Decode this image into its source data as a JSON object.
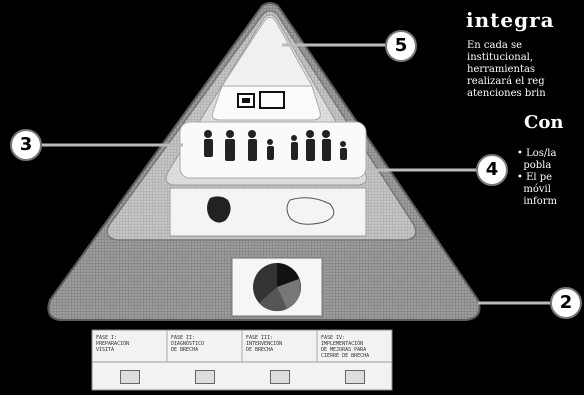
{
  "heading": "integra",
  "paragraph_lines": [
    "En cada se",
    "institucional,",
    "herramientas",
    "realizará el reg",
    "atenciones brin"
  ],
  "subheading": "Con",
  "bullets": [
    {
      "lines": [
        "Los/la",
        "pobla"
      ]
    },
    {
      "lines": [
        "El pe",
        "móvil",
        "inform"
      ]
    }
  ],
  "badges": [
    "5",
    "3",
    "4",
    "2"
  ],
  "phases": [
    {
      "lines": [
        "FASE I:",
        "PREPARACIÓN",
        "VISITA"
      ]
    },
    {
      "lines": [
        "FASE II:",
        "DIAGNÓSTICO",
        "DE BRECHA"
      ]
    },
    {
      "lines": [
        "FASE III:",
        "INTERVENCIÓN",
        "DE BRECHA"
      ]
    },
    {
      "lines": [
        "FASE IV:",
        "IMPLEMENTACIÓN",
        "DE MEJORAS PARA",
        "CIERRE DE BRECHA"
      ]
    }
  ],
  "colors": {
    "background": "#000000",
    "pyramid_outer": "#9a9a9a",
    "pyramid_mid": "#c9c9c9",
    "pyramid_inner": "#e8e8e8",
    "text": "#ffffff"
  },
  "icons": [
    "monitor-icon",
    "family-icon",
    "map-icon",
    "pie-chart-icon"
  ]
}
